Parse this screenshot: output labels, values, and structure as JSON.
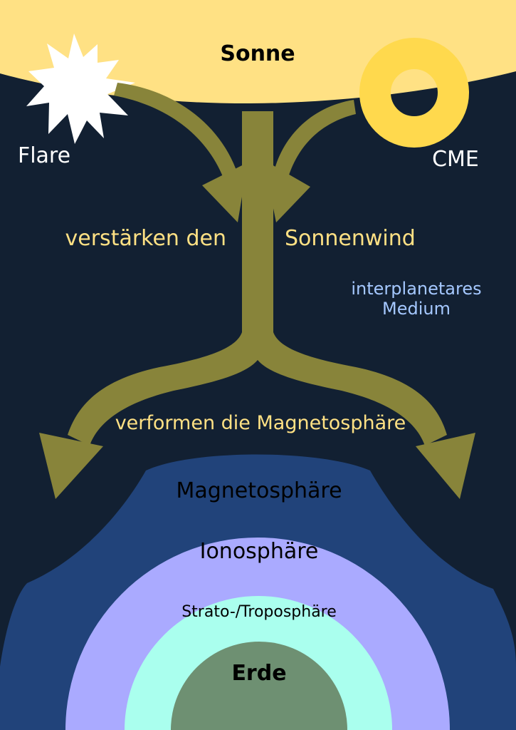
{
  "labels": {
    "sun": "Sonne",
    "flare": "Flare",
    "cme": "CME",
    "flow_left": "verstärken den",
    "flow_right": "Sonnenwind",
    "medium_line1": "interplanetares",
    "medium_line2": "Medium",
    "deform": "verformen die Magnetosphäre",
    "magnetosphere": "Magnetosphäre",
    "ionosphere": "Ionosphäre",
    "strato_tropo": "Strato-/Troposphäre",
    "earth": "Erde"
  },
  "colors": {
    "space": "#122032",
    "sun": "#ffe184",
    "cme": "#ffd94d",
    "flare": "#ffffff",
    "arrow": "#88843a",
    "magnetosphere": "#21437a",
    "ionosphere": "#aaaaff",
    "strato_tropo": "#aaffee",
    "earth": "#6e9072",
    "text_light": "#ffffff",
    "text_yellow": "#ffe184",
    "text_blue": "#a5c8ff",
    "text_dark": "#000000"
  }
}
